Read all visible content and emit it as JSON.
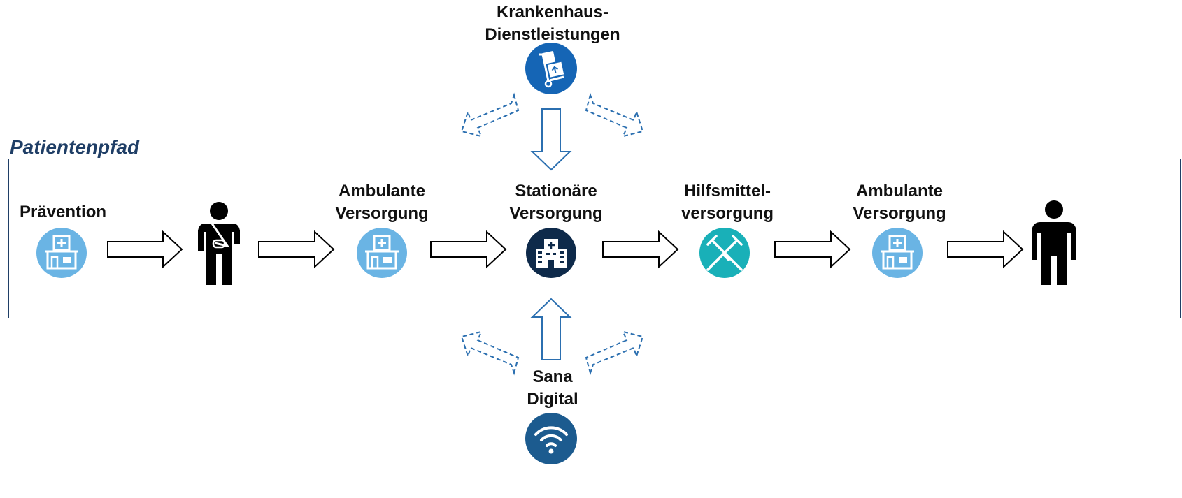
{
  "diagram": {
    "title": "Patientenpfad",
    "top_source": {
      "label": "Krankenhaus-\nDienstleistungen",
      "icon": "hospital-services-trolley-icon"
    },
    "bottom_source": {
      "label": "Sana\nDigital",
      "icon": "wifi-icon"
    },
    "steps": [
      {
        "label": "Prävention",
        "icon": "clinic-icon"
      },
      {
        "label": "",
        "icon": "injured-person-icon"
      },
      {
        "label": "Ambulante\nVersorgung",
        "icon": "clinic-icon"
      },
      {
        "label": "Stationäre\nVersorgung",
        "icon": "hospital-building-icon"
      },
      {
        "label": "Hilfsmittel-\nversorgung",
        "icon": "crutches-icon"
      },
      {
        "label": "Ambulante\nVersorgung",
        "icon": "clinic-icon"
      },
      {
        "label": "",
        "icon": "healthy-person-icon"
      }
    ]
  },
  "colors": {
    "frame": "#1f3e66",
    "light_blue": "#6ab4e4",
    "dark_navy": "#0e2a4a",
    "teal": "#19b0b8",
    "top_blue": "#1565b5",
    "bottom_blue": "#1c5b8f",
    "dashed": "#2b6fb0"
  }
}
